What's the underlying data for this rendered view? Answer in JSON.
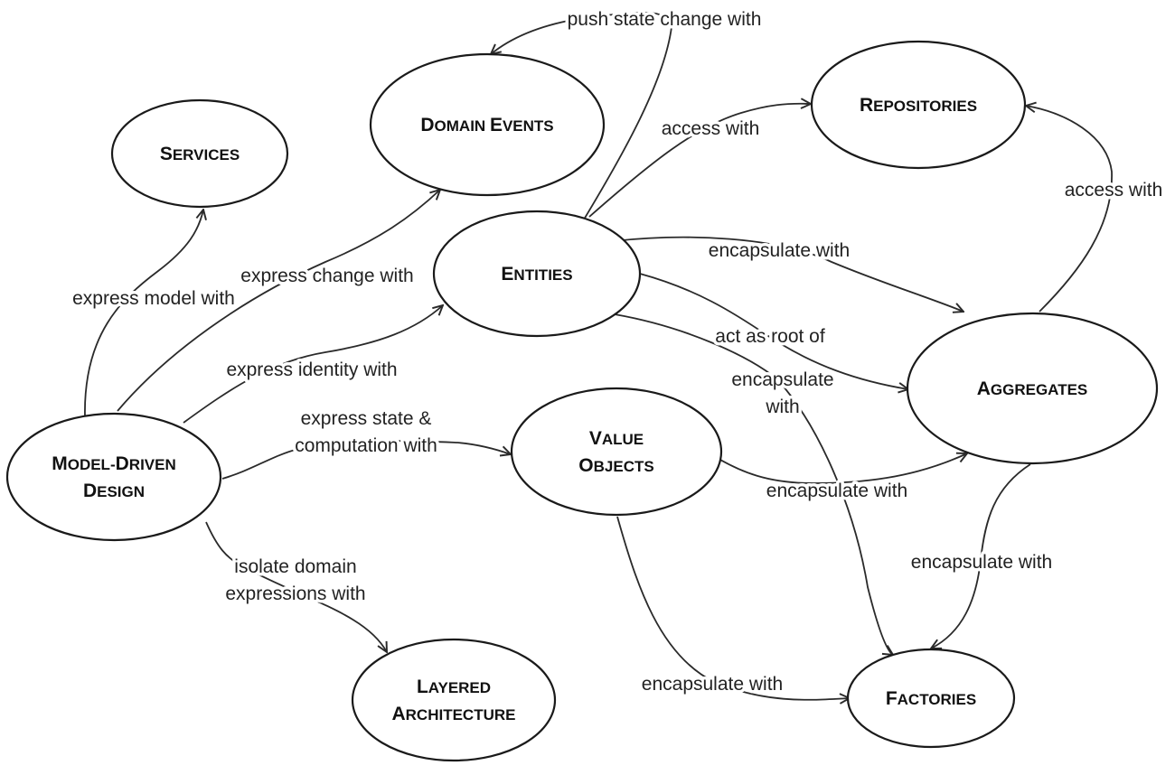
{
  "nodes": {
    "model_driven_design": [
      "Model-Driven",
      "Design"
    ],
    "services": [
      "Services"
    ],
    "domain_events": [
      "Domain Events"
    ],
    "entities": [
      "Entities"
    ],
    "repositories": [
      "Repositories"
    ],
    "aggregates": [
      "Aggregates"
    ],
    "value_objects": [
      "Value",
      "Objects"
    ],
    "layered_architecture": [
      "Layered",
      "Architecture"
    ],
    "factories": [
      "Factories"
    ]
  },
  "edges": [
    {
      "id": "mdd-services",
      "label": [
        "express model with"
      ]
    },
    {
      "id": "mdd-domain-events",
      "label": [
        "express change with"
      ]
    },
    {
      "id": "mdd-entities",
      "label": [
        "express identity with"
      ]
    },
    {
      "id": "mdd-value-objects",
      "label": [
        "express state &",
        "computation with"
      ]
    },
    {
      "id": "mdd-layered",
      "label": [
        "isolate domain",
        "expressions with"
      ]
    },
    {
      "id": "entities-domain-events",
      "label": [
        "push state change with"
      ]
    },
    {
      "id": "entities-repositories",
      "label": [
        "access with"
      ]
    },
    {
      "id": "aggregates-repositories",
      "label": [
        "access with"
      ]
    },
    {
      "id": "entities-aggregates-encapsulate",
      "label": [
        "encapsulate with"
      ]
    },
    {
      "id": "entities-aggregates-root",
      "label": [
        "act as root of"
      ]
    },
    {
      "id": "entities-factories",
      "label": [
        "encapsulate",
        "with"
      ]
    },
    {
      "id": "value-objects-aggregates",
      "label": [
        "encapsulate with"
      ]
    },
    {
      "id": "aggregates-factories",
      "label": [
        "encapsulate with"
      ]
    },
    {
      "id": "value-objects-factories",
      "label": [
        "encapsulate with"
      ]
    }
  ]
}
